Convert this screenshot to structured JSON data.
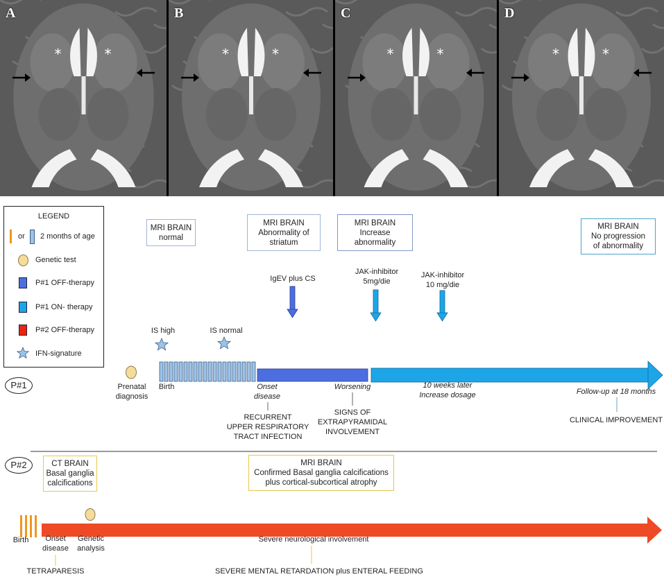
{
  "mri_panels": [
    {
      "label": "A"
    },
    {
      "label": "B"
    },
    {
      "label": "C"
    },
    {
      "label": "D"
    }
  ],
  "legend": {
    "title": "LEGEND",
    "or_text": "or",
    "items": [
      {
        "label": "2 months of age",
        "icon": "bar-ticks"
      },
      {
        "label": "Genetic test",
        "icon": "circle",
        "color": "#f6dc9a"
      },
      {
        "label": "P#1 OFF-therapy",
        "icon": "square",
        "color": "#4c6ee0"
      },
      {
        "label": "P#1 ON- therapy",
        "icon": "square",
        "color": "#1ca6e8"
      },
      {
        "label": "P#2 OFF-therapy",
        "icon": "square",
        "color": "#ee2211"
      },
      {
        "label": "IFN-signature",
        "icon": "star",
        "color": "#9dc3e6"
      }
    ]
  },
  "colors": {
    "p1_off": "#4c6ee0",
    "p1_on": "#1ca6e8",
    "p2_off": "#ee4a26",
    "tick_orange": "#f0961e",
    "tick_blue": "#9dc3e6",
    "mri_box_border_blue": "#9fb3d6",
    "mri_box_border_yellow": "#e8c84a"
  },
  "p1": {
    "label": "P#1",
    "mri_boxes": [
      {
        "line1": "MRI BRAIN",
        "line2": "normal",
        "line3": ""
      },
      {
        "line1": "MRI BRAIN",
        "line2": "Abnormality of",
        "line3": "striatum"
      },
      {
        "line1": "MRI BRAIN",
        "line2": "Increase",
        "line3": "abnormality"
      },
      {
        "line1": "MRI BRAIN",
        "line2": "No progression",
        "line3": "of abnormality"
      }
    ],
    "therapies": [
      {
        "line1": "IgEV plus CS",
        "line2": ""
      },
      {
        "line1": "JAK-inhibitor",
        "line2": "5mg/die"
      },
      {
        "line1": "JAK-inhibitor",
        "line2": "10 mg/die"
      }
    ],
    "ifn": [
      {
        "label": "IS high"
      },
      {
        "label": "IS normal"
      }
    ],
    "prenatal": {
      "line1": "Prenatal",
      "line2": "diagnosis"
    },
    "birth": "Birth",
    "onset": {
      "line1": "Onset",
      "line2": "disease"
    },
    "worsening": "Worsening",
    "later": {
      "line1": "10 weeks later",
      "line2": "Increase dosage"
    },
    "followup": "Follow-up at 18 months",
    "events": [
      {
        "line1": "RECURRENT",
        "line2": "UPPER RESPIRATORY",
        "line3": "TRACT INFECTION"
      },
      {
        "line1": "SIGNS OF",
        "line2": "EXTRAPYRAMIDAL",
        "line3": "INVOLVEMENT"
      },
      {
        "line1": "CLINICAL IMPROVEMENT",
        "line2": "",
        "line3": ""
      }
    ]
  },
  "p2": {
    "label": "P#2",
    "ct_box": {
      "line1": "CT BRAIN",
      "line2": "Basal ganglia",
      "line3": "calcifications"
    },
    "mri_box": {
      "line1": "MRI BRAIN",
      "line2": "Confirmed  Basal ganglia calcifications",
      "line3": "plus cortical-subcortical atrophy"
    },
    "birth": "Birth",
    "onset": {
      "line1": "Onset",
      "line2": "disease"
    },
    "genetic": {
      "line1": "Genetic",
      "line2": "analysis"
    },
    "severe": "Severe neurological involvement",
    "tetraparesis": "TETRAPARESIS",
    "retardation": "SEVERE MENTAL RETARDATION plus ENTERAL FEEDING"
  }
}
